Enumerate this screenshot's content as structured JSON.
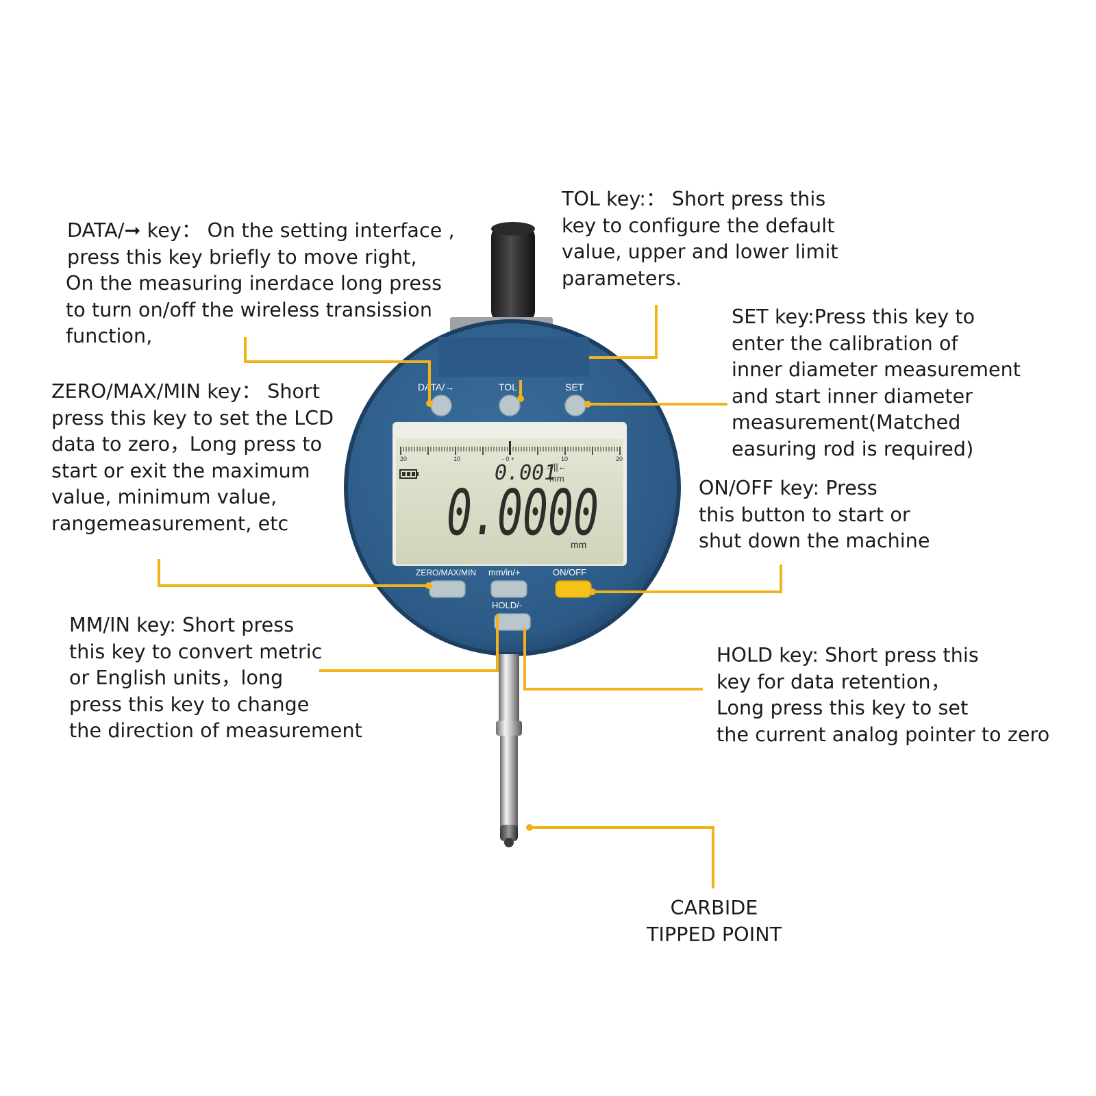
{
  "colors": {
    "accent_leader": "#f2b21b",
    "body_blue": "#2f5f8e",
    "lcd": "#d8dcc6",
    "onoff_key": "#f5c21b",
    "key_grey": "#b9c6cc"
  },
  "device": {
    "buttons": {
      "data": "DATA/→",
      "tol": "TOL",
      "set": "SET",
      "zero": "ZERO/MAX/MIN",
      "mmin": "mm/in/+",
      "onoff": "ON/OFF",
      "hold": "HOLD/-"
    },
    "lcd": {
      "scale_left": "20",
      "scale_mid_left": "10",
      "scale_center": "- 0 +",
      "scale_mid_right": "10",
      "scale_right": "20",
      "resolution": "0.001",
      "resolution_unit": "mm",
      "tolerance_symbol": "→||←",
      "reading": "0.0000",
      "reading_unit": "mm",
      "icon_battery": "battery-icon"
    }
  },
  "callouts": {
    "data_key": [
      "DATA/➞ key： On the setting interface ,",
      "press this key briefly to move right,",
      "On the measuring inerdace long press",
      "to turn on/off the wireless transission",
      "function,"
    ],
    "tol_key": [
      "TOL key:： Short press this",
      "key to configure the default",
      "value, upper and lower limit",
      "parameters."
    ],
    "set_key": [
      "SET key:Press this key to",
      "enter the calibration of",
      "inner diameter measurement",
      "and start inner diameter",
      "measurement(Matched",
      "easuring rod is required)"
    ],
    "zero_key": [
      "ZERO/MAX/MIN key：  Short",
      "press this key to set the LCD",
      "data to zero，Long press to",
      "start or exit the maximum",
      "value, minimum value,",
      "rangemeasurement, etc"
    ],
    "onoff_key": [
      "ON/OFF key: Press",
      "this button to start or",
      "shut down the machine"
    ],
    "mmin_key": [
      "MM/IN key: Short press",
      "this key to convert metric",
      "or English units，long",
      "press this key to change",
      "the direction of measurement"
    ],
    "hold_key": [
      "HOLD key: Short press this",
      "key for data retention，",
      "Long press this key to set",
      "the current analog pointer to zero"
    ],
    "carbide": [
      "CARBIDE",
      "TIPPED POINT"
    ]
  }
}
